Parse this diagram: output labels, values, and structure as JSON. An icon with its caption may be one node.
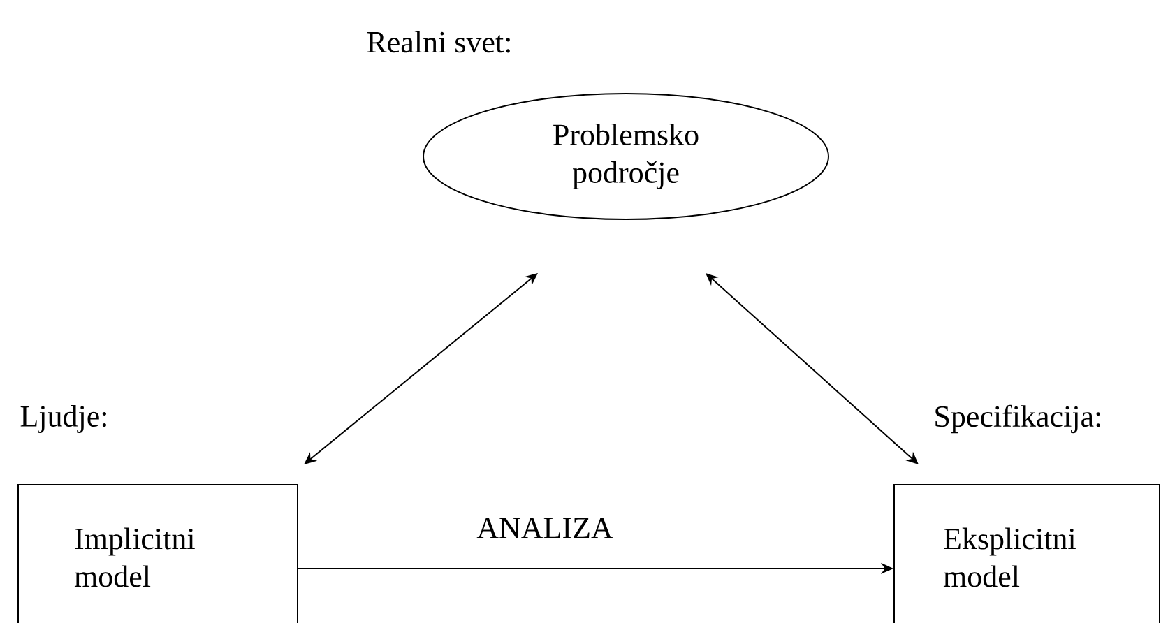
{
  "diagram": {
    "nodes": [
      {
        "text": [
          "Realni svet:",
          "Problemsko področje"
        ]
      },
      {
        "text": [
          "Ljudje:",
          "Implicitni model"
        ]
      },
      {
        "text": [
          "Specifikacija:",
          "Eksplicitni model"
        ]
      }
    ],
    "edges": [
      {
        "from": 0,
        "to": 1,
        "arrow": "both"
      },
      {
        "from": 0,
        "to": 2,
        "arrow": "both"
      },
      {
        "from": 1,
        "to": 2,
        "arrow": "to",
        "label": "ANALIZA"
      }
    ]
  }
}
